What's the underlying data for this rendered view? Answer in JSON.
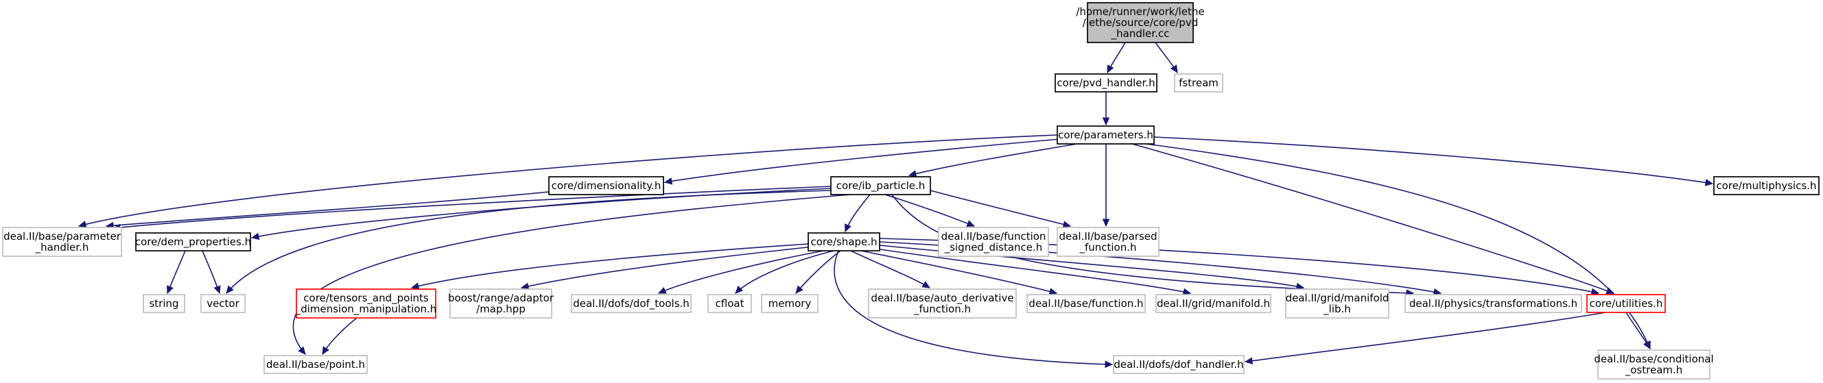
{
  "colors": {
    "edge": "#191970",
    "root_fill": "#bfbfbf",
    "root_stroke": "#000000",
    "documented_stroke": "#000000",
    "external_stroke": "#bfbfbf",
    "truncated_stroke": "#ff0000",
    "node_fill": "#ffffff"
  },
  "nodes": [
    {
      "id": "root",
      "kind": "root",
      "lines": [
        "/home/runner/work/lethe",
        "/lethe/source/core/pvd",
        "_handler.cc"
      ]
    },
    {
      "id": "pvd_handler_h",
      "kind": "documented",
      "lines": [
        "core/pvd_handler.h"
      ]
    },
    {
      "id": "fstream",
      "kind": "external",
      "lines": [
        "fstream"
      ]
    },
    {
      "id": "parameters_h",
      "kind": "documented",
      "lines": [
        "core/parameters.h"
      ]
    },
    {
      "id": "dimensionality_h",
      "kind": "documented",
      "lines": [
        "core/dimensionality.h"
      ]
    },
    {
      "id": "ib_particle_h",
      "kind": "documented",
      "lines": [
        "core/ib_particle.h"
      ]
    },
    {
      "id": "multiphysics_h",
      "kind": "documented",
      "lines": [
        "core/multiphysics.h"
      ]
    },
    {
      "id": "parameter_handler_h",
      "kind": "external",
      "lines": [
        "deal.II/base/parameter",
        "_handler.h"
      ]
    },
    {
      "id": "dem_properties_h",
      "kind": "documented",
      "lines": [
        "core/dem_properties.h"
      ]
    },
    {
      "id": "shape_h",
      "kind": "documented",
      "lines": [
        "core/shape.h"
      ]
    },
    {
      "id": "function_signed_distance_h",
      "kind": "external",
      "lines": [
        "deal.II/base/function",
        "_signed_distance.h"
      ]
    },
    {
      "id": "parsed_function_h",
      "kind": "external",
      "lines": [
        "deal.II/base/parsed",
        "_function.h"
      ]
    },
    {
      "id": "string",
      "kind": "external",
      "lines": [
        "string"
      ]
    },
    {
      "id": "vector",
      "kind": "external",
      "lines": [
        "vector"
      ]
    },
    {
      "id": "tensors_h",
      "kind": "truncated",
      "lines": [
        "core/tensors_and_points",
        "_dimension_manipulation.h"
      ]
    },
    {
      "id": "map_hpp",
      "kind": "external",
      "lines": [
        "boost/range/adaptor",
        "/map.hpp"
      ]
    },
    {
      "id": "dof_tools_h",
      "kind": "external",
      "lines": [
        "deal.II/dofs/dof_tools.h"
      ]
    },
    {
      "id": "cfloat",
      "kind": "external",
      "lines": [
        "cfloat"
      ]
    },
    {
      "id": "memory",
      "kind": "external",
      "lines": [
        "memory"
      ]
    },
    {
      "id": "auto_derivative_h",
      "kind": "external",
      "lines": [
        "deal.II/base/auto_derivative",
        "_function.h"
      ]
    },
    {
      "id": "function_h",
      "kind": "external",
      "lines": [
        "deal.II/base/function.h"
      ]
    },
    {
      "id": "manifold_h",
      "kind": "external",
      "lines": [
        "deal.II/grid/manifold.h"
      ]
    },
    {
      "id": "manifold_lib_h",
      "kind": "external",
      "lines": [
        "deal.II/grid/manifold",
        "_lib.h"
      ]
    },
    {
      "id": "transformations_h",
      "kind": "external",
      "lines": [
        "deal.II/physics/transformations.h"
      ]
    },
    {
      "id": "utilities_h",
      "kind": "truncated",
      "lines": [
        "core/utilities.h"
      ]
    },
    {
      "id": "point_h",
      "kind": "external",
      "lines": [
        "deal.II/base/point.h"
      ]
    },
    {
      "id": "dof_handler_h",
      "kind": "external",
      "lines": [
        "deal.II/dofs/dof_handler.h"
      ]
    },
    {
      "id": "conditional_ostream_h",
      "kind": "external",
      "lines": [
        "deal.II/base/conditional",
        "_ostream.h"
      ]
    }
  ],
  "edges": [
    [
      "root",
      "pvd_handler_h"
    ],
    [
      "root",
      "fstream"
    ],
    [
      "pvd_handler_h",
      "parameters_h"
    ],
    [
      "parameters_h",
      "parameter_handler_h"
    ],
    [
      "parameters_h",
      "dimensionality_h"
    ],
    [
      "parameters_h",
      "ib_particle_h"
    ],
    [
      "parameters_h",
      "parsed_function_h"
    ],
    [
      "parameters_h",
      "utilities_h"
    ],
    [
      "parameters_h",
      "conditional_ostream_h"
    ],
    [
      "parameters_h",
      "multiphysics_h"
    ],
    [
      "dimensionality_h",
      "parameter_handler_h"
    ],
    [
      "ib_particle_h",
      "parameter_handler_h"
    ],
    [
      "ib_particle_h",
      "dem_properties_h"
    ],
    [
      "ib_particle_h",
      "vector"
    ],
    [
      "ib_particle_h",
      "point_h"
    ],
    [
      "ib_particle_h",
      "shape_h"
    ],
    [
      "ib_particle_h",
      "function_signed_distance_h"
    ],
    [
      "ib_particle_h",
      "parsed_function_h"
    ],
    [
      "ib_particle_h",
      "transformations_h"
    ],
    [
      "dem_properties_h",
      "string"
    ],
    [
      "dem_properties_h",
      "vector"
    ],
    [
      "shape_h",
      "tensors_h"
    ],
    [
      "shape_h",
      "map_hpp"
    ],
    [
      "shape_h",
      "dof_tools_h"
    ],
    [
      "shape_h",
      "cfloat"
    ],
    [
      "shape_h",
      "memory"
    ],
    [
      "shape_h",
      "auto_derivative_h"
    ],
    [
      "shape_h",
      "function_h"
    ],
    [
      "shape_h",
      "manifold_h"
    ],
    [
      "shape_h",
      "manifold_lib_h"
    ],
    [
      "shape_h",
      "transformations_h"
    ],
    [
      "shape_h",
      "utilities_h"
    ],
    [
      "shape_h",
      "dof_handler_h"
    ],
    [
      "tensors_h",
      "point_h"
    ],
    [
      "utilities_h",
      "dof_handler_h"
    ],
    [
      "utilities_h",
      "conditional_ostream_h"
    ]
  ]
}
